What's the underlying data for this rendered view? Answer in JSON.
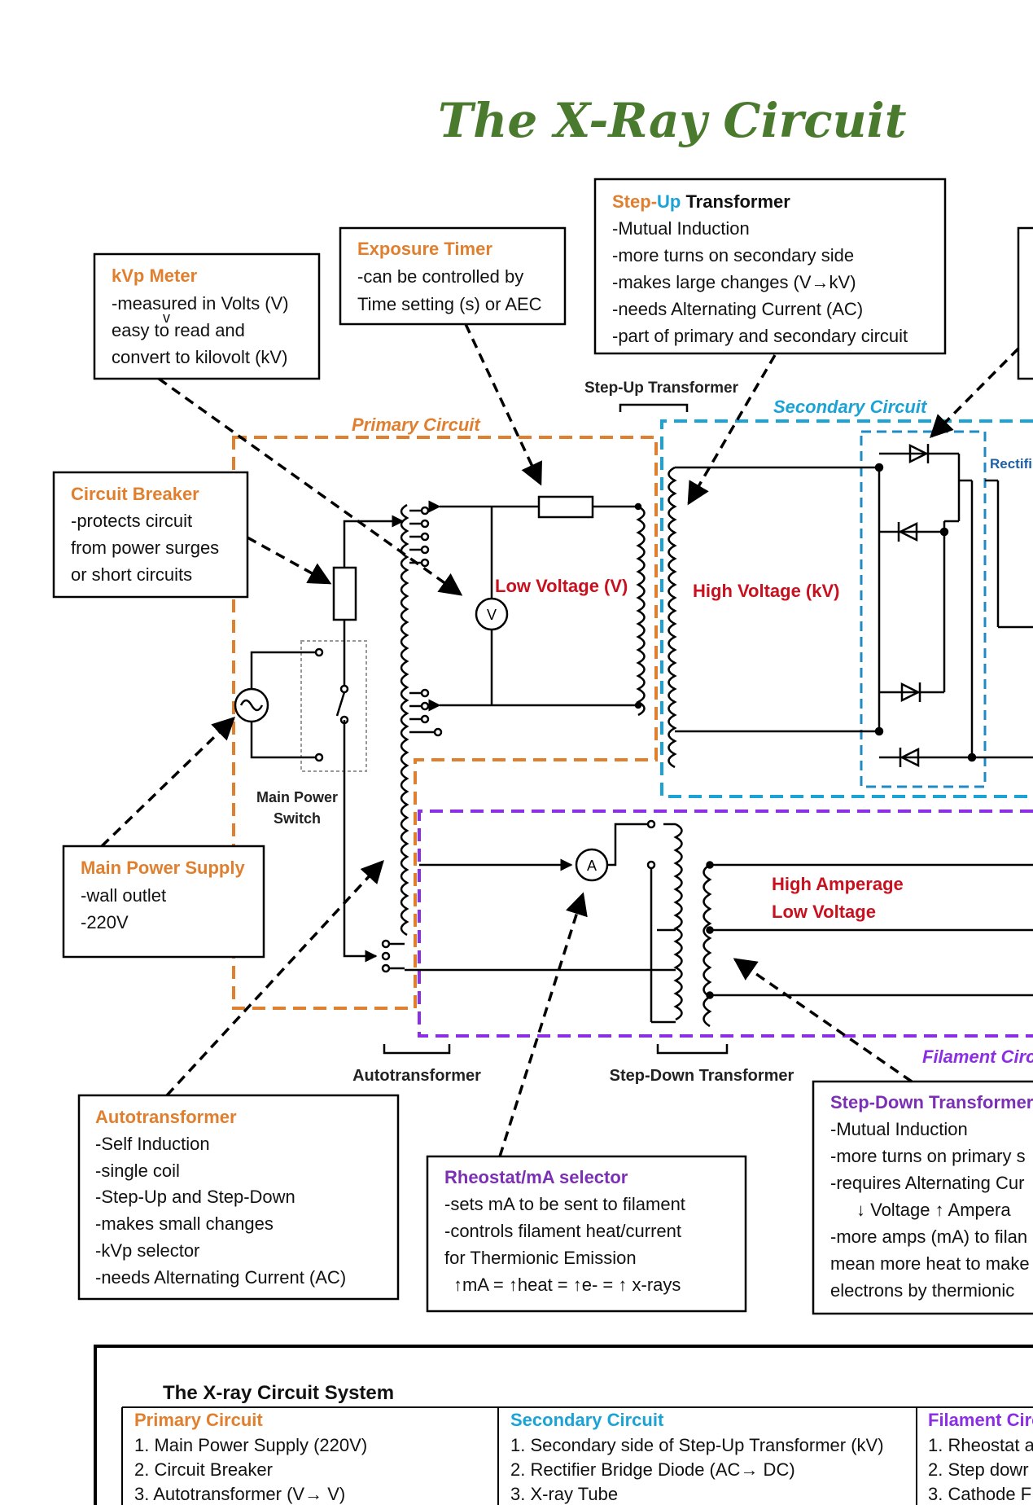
{
  "title": "The X-Ray Circuit",
  "colors": {
    "title_green": "#4a7a2e",
    "primary_orange": "#e07f2e",
    "secondary_blue": "#1ba3d6",
    "filament_purple": "#8c2ee6",
    "voltage_red": "#c8101e",
    "label_dark_blue": "#1f5fa6",
    "purple_text": "#7b2fb5",
    "wire": "#000000"
  },
  "callouts": {
    "kvp_meter": {
      "heading": "kVp Meter",
      "lines": [
        "-measured in Volts (V)",
        "easy to read and",
        "convert to kilovolt (kV)"
      ],
      "stray_mark": "v"
    },
    "exposure_timer": {
      "heading": "Exposure Timer",
      "lines": [
        "-can be controlled by",
        "Time setting (s) or AEC"
      ]
    },
    "stepup_transformer": {
      "heading_step": "Step",
      "heading_dash": "-",
      "heading_up": "Up",
      "heading_rest": " Transformer",
      "lines": [
        "-Mutual Induction",
        "-more turns on secondary side",
        "-makes large changes (V→kV)",
        "-needs Alternating Current (AC)",
        "-part of primary and secondary circuit"
      ]
    },
    "circuit_breaker": {
      "heading": "Circuit Breaker",
      "lines": [
        "-protects circuit",
        "from power surges",
        "or short circuits"
      ]
    },
    "main_power_supply": {
      "heading": "Main Power Supply",
      "lines": [
        "-wall outlet",
        "-220V"
      ]
    },
    "autotransformer": {
      "heading": "Autotransformer",
      "lines": [
        "-Self Induction",
        "-single coil",
        "-Step-Up and Step-Down",
        "-makes small changes",
        "-kVp selector",
        "-needs Alternating Current (AC)"
      ]
    },
    "rheostat": {
      "heading": "Rheostat/mA selector",
      "lines": [
        "-sets mA to be sent to filament",
        "-controls filament heat/current",
        "for Thermionic Emission",
        "↑mA = ↑heat = ↑e- = ↑ x-rays"
      ]
    },
    "stepdown_transformer": {
      "heading": "Step-Down Transformer",
      "lines": [
        "-Mutual Induction",
        "-more turns on primary s",
        "-requires Alternating Cur",
        "↓ Voltage ↑ Ampera",
        "-more amps (mA) to filan",
        "mean more heat to make",
        "electrons by thermionic"
      ]
    }
  },
  "diagram_labels": {
    "primary_circuit": "Primary Circuit",
    "secondary_circuit": "Secondary Circuit",
    "filament_circuit": "Filament Circ",
    "stepup_bracket": "Step-Up Transformer",
    "rectifier": "Rectifi",
    "low_voltage": "Low Voltage (V)",
    "high_voltage": "High Voltage (kV)",
    "high_amperage": "High Amperage",
    "low_voltage_fil": "Low Voltage",
    "main_power_switch_1": "Main Power",
    "main_power_switch_2": "Switch",
    "autotransformer": "Autotransformer",
    "stepdown": "Step-Down Transformer",
    "voltmeter": "V",
    "ammeter": "A"
  },
  "system_table": {
    "title": "The X-ray Circuit System",
    "columns": [
      {
        "heading": "Primary Circuit",
        "items": [
          "1. Main Power Supply (220V)",
          "2. Circuit Breaker",
          "3. Autotransformer (V→ V)"
        ]
      },
      {
        "heading": "Secondary Circuit",
        "items": [
          "1. Secondary side of Step-Up Transformer (kV)",
          "2. Rectifier Bridge Diode (AC→ DC)",
          "3. X-ray Tube"
        ]
      },
      {
        "heading": "Filament Circ",
        "items": [
          "1. Rheostat a",
          "2. Step dowr",
          "3. Cathode F"
        ]
      }
    ]
  }
}
